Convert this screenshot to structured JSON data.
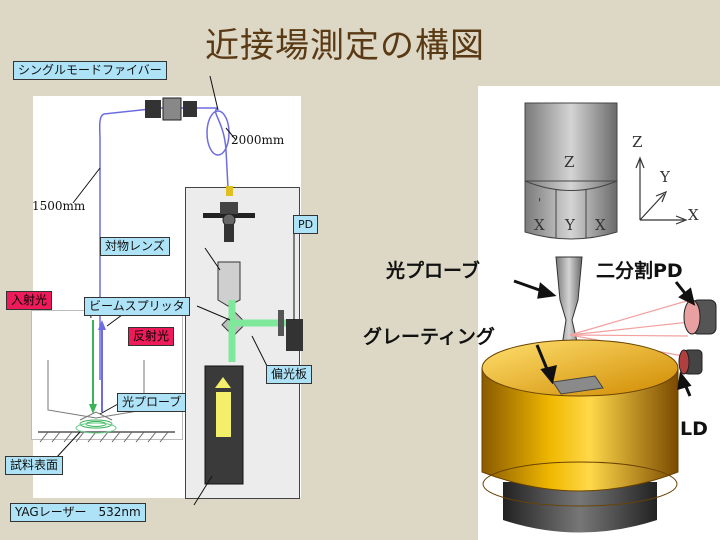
{
  "title": "近接場測定の構図",
  "left_diagram": {
    "labels": {
      "single_mode_fiber": "シングルモードファイバー",
      "len_2000": "2000mm",
      "len_1500": "1500mm",
      "pd": "PD",
      "objective_lens": "対物レンズ",
      "incident_light": "入射光",
      "beam_splitter": "ビームスプリッタ",
      "reflected_light": "反射光",
      "polarizer": "偏光板",
      "optical_probe": "光プローブ",
      "sample_surface": "試料表面",
      "yag_laser": "YAGレーザー　532nm"
    }
  },
  "right_diagram": {
    "labels": {
      "optical_probe": "光プローブ",
      "split_pd": "二分割PD",
      "grating": "グレーティング",
      "ld": "LD"
    },
    "axes": {
      "z": "Z",
      "y": "Y",
      "x": "X"
    },
    "probe_head_labels": {
      "top": "Z",
      "x1": "X",
      "y": "Y",
      "x2": "X",
      "mark": "'"
    }
  }
}
